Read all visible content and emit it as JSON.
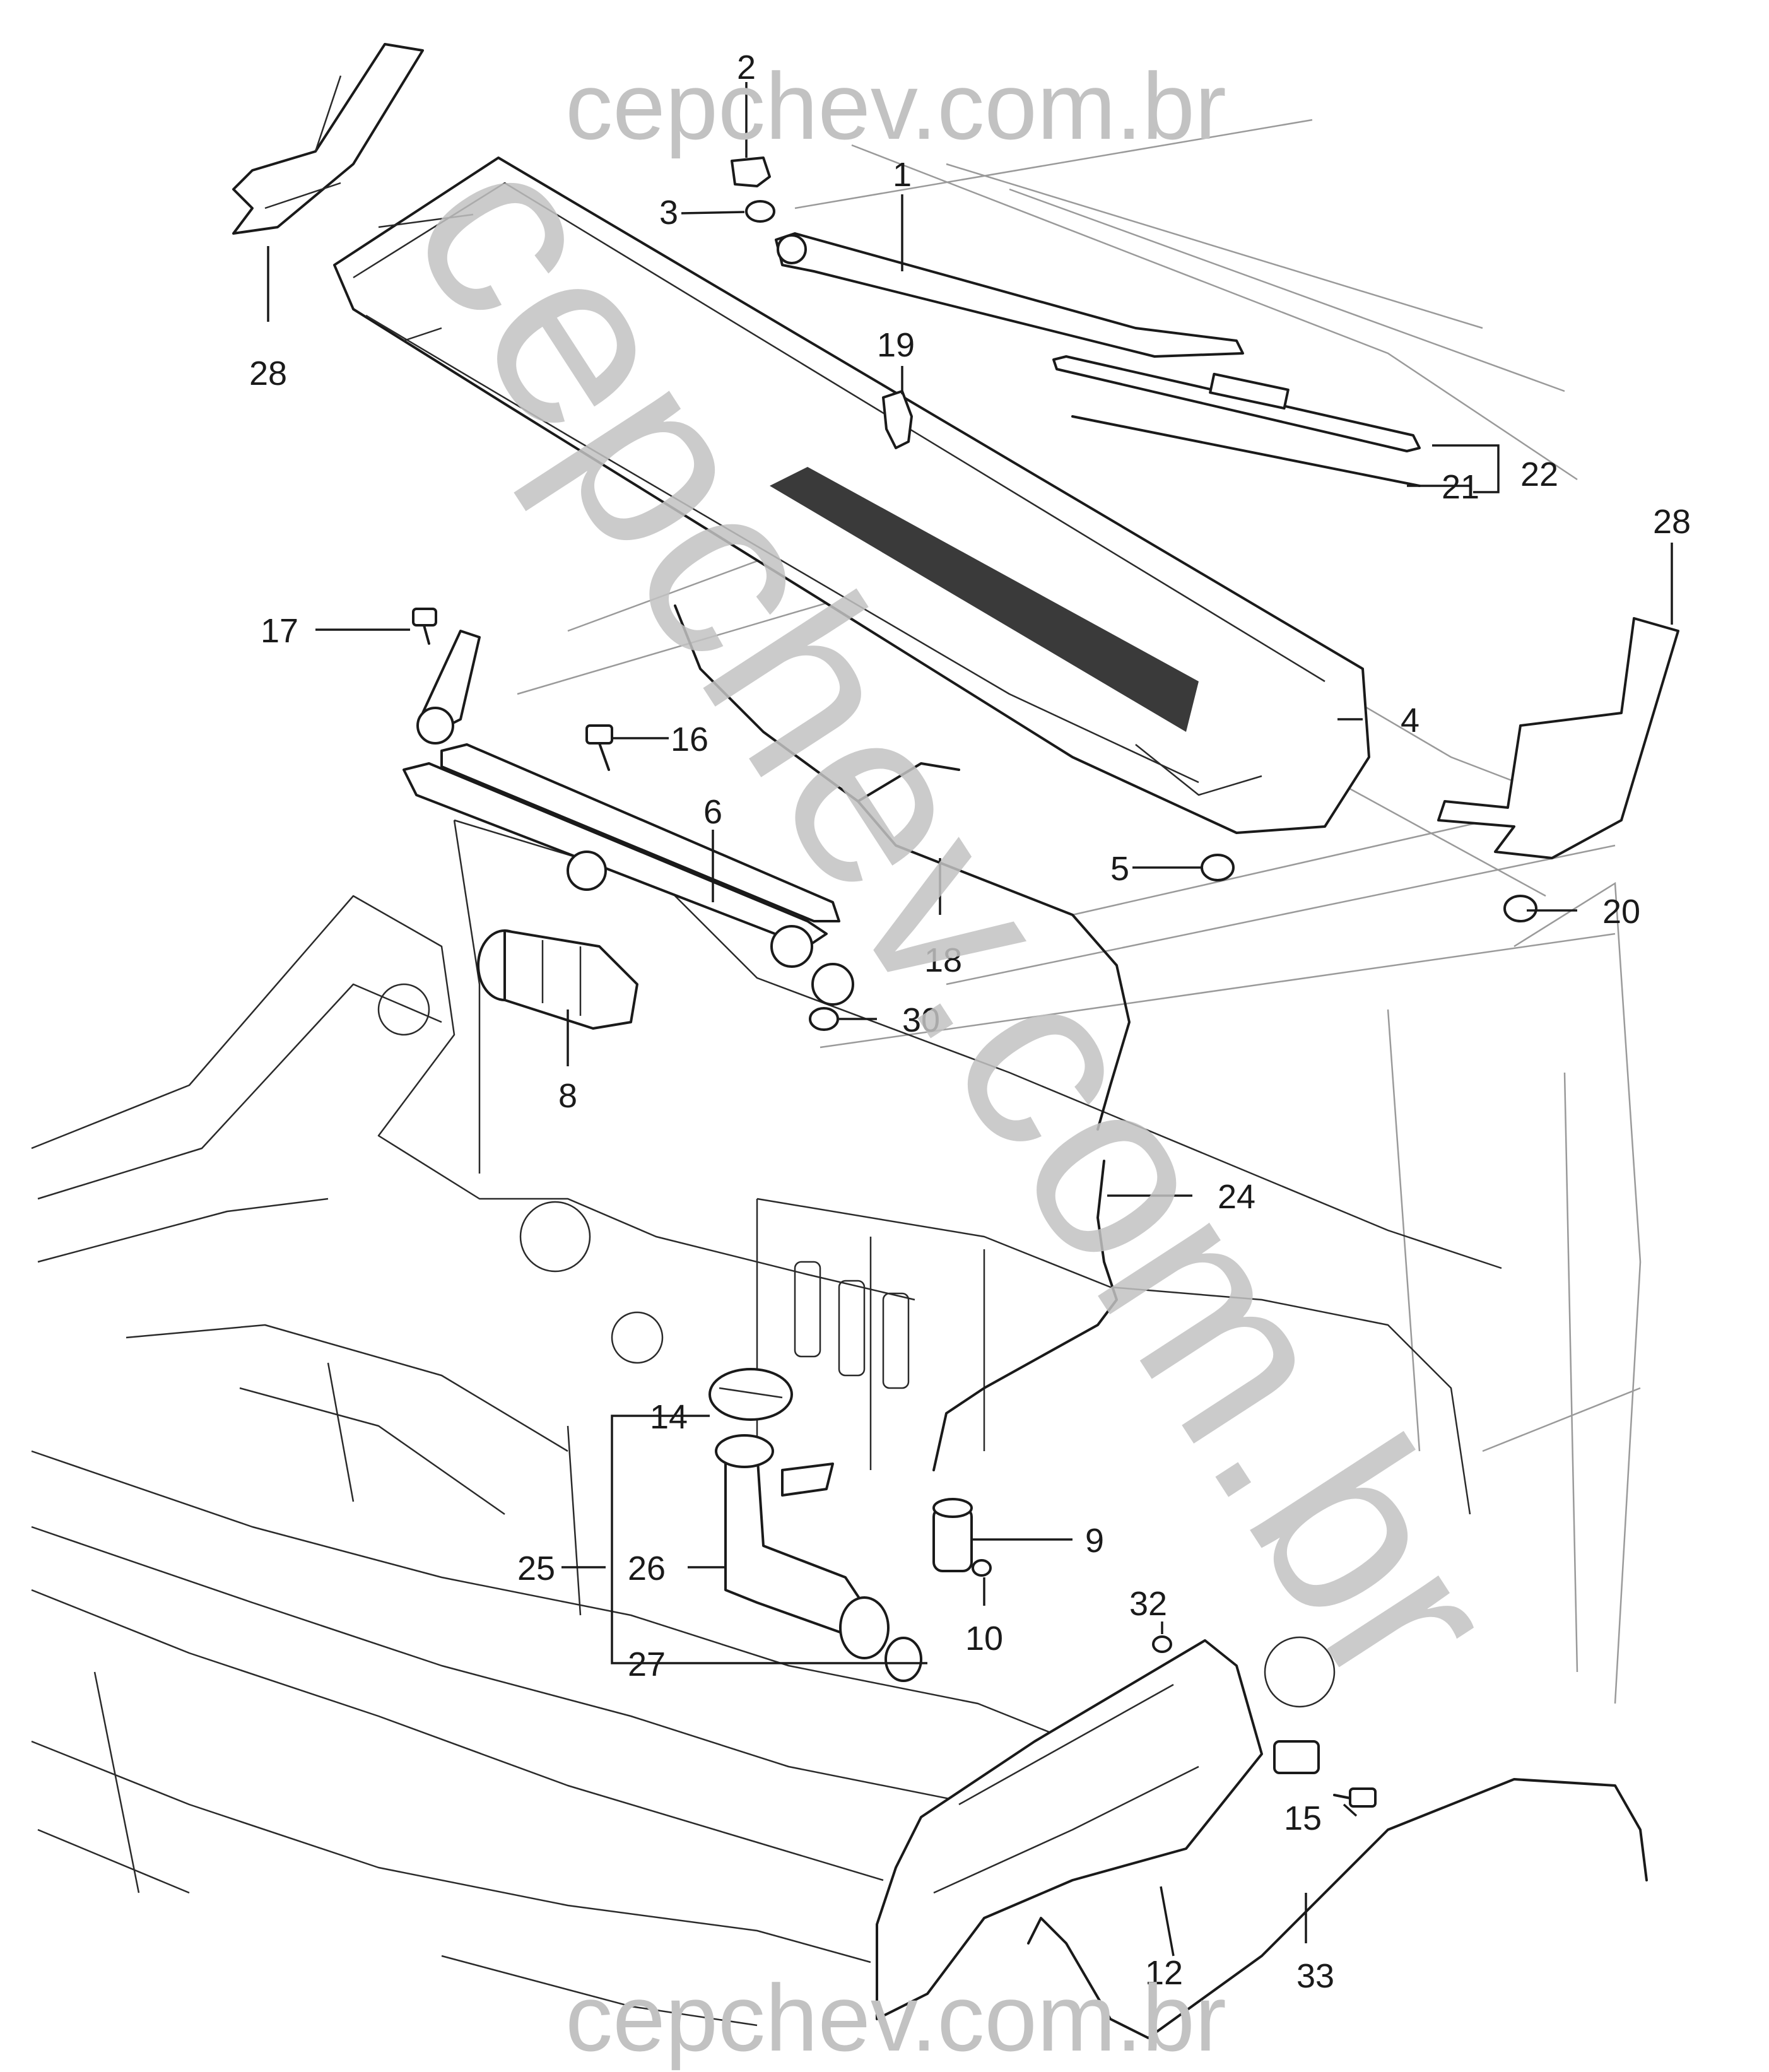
{
  "watermark": {
    "top": "cepchev.com.br",
    "bottom": "cepchev.com.br",
    "diagonal": "cepchev.com.br",
    "color": "#c2c2c2"
  },
  "callouts": {
    "c1": "1",
    "c2": "2",
    "c3": "3",
    "c4": "4",
    "c5": "5",
    "c6": "6",
    "c8": "8",
    "c9": "9",
    "c10": "10",
    "c12": "12",
    "c14": "14",
    "c15": "15",
    "c16": "16",
    "c17": "17",
    "c18": "18",
    "c19": "19",
    "c20": "20",
    "c21": "21",
    "c22": "22",
    "c24": "24",
    "c25": "25",
    "c26": "26",
    "c27": "27",
    "c28a": "28",
    "c28b": "28",
    "c30": "30",
    "c32": "32",
    "c33": "33"
  },
  "colors": {
    "line": "#1a1a1a",
    "watermark": "#c2c2c2",
    "background": "#ffffff"
  }
}
